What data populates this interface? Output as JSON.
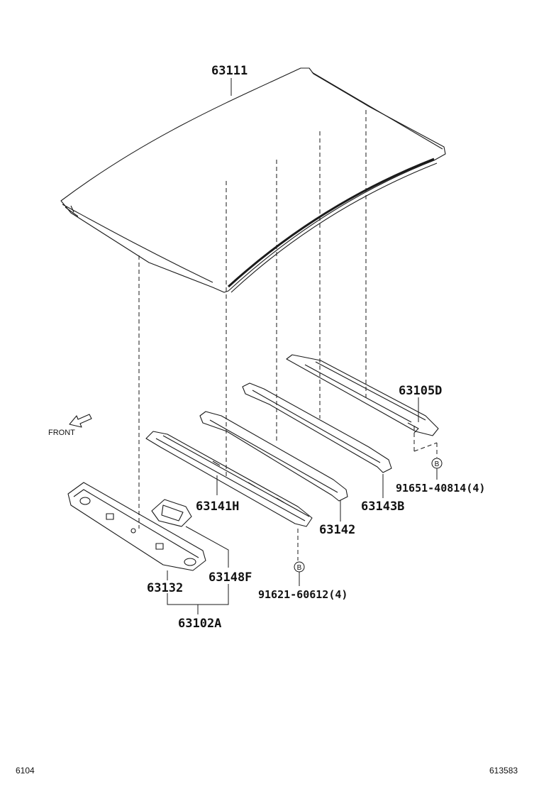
{
  "labels": {
    "roof_panel": "63111",
    "rear_header_panel": "63105D",
    "bow_143": "63143B",
    "bow_142": "63142",
    "bow_141": "63141H",
    "front_header_panel": "63132",
    "front_header_bracket": "63148F",
    "front_header_assy": "63102A",
    "bolt_rear": "91651-40814(4)",
    "bolt_front": "91621-60612(4)"
  },
  "markers": {
    "b_rear": "B",
    "b_front": "B"
  },
  "front_indicator": "FRONT",
  "footer": {
    "left_code": "6104",
    "right_code": "613583"
  },
  "icons": [
    "front-arrow-icon"
  ]
}
